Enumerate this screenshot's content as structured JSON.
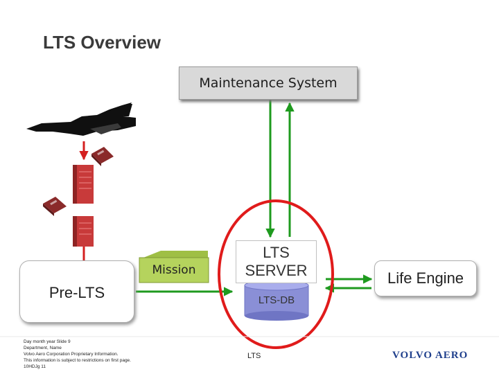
{
  "title": "LTS Overview",
  "nodes": {
    "maintenance_system": "Maintenance System",
    "pre_lts": "Pre-LTS",
    "mission": "Mission",
    "lts_server_line1": "LTS",
    "lts_server_line2": "SERVER",
    "lts_db": "LTS-DB",
    "life_engine": "Life Engine"
  },
  "footer": {
    "lines": [
      "Day month year  Slide 9",
      "Department, Name",
      "Volvo Aero Corporation Proprietary Information.",
      "This information is subject to restrictions on first page.",
      "10HDJg 11"
    ],
    "center": "LTS",
    "logo": "VOLVO AERO"
  },
  "colors": {
    "arrow_green": "#1e9a1e",
    "arrow_red": "#d42020",
    "highlight_circle": "#e01b1b",
    "db_fill": "#8a8fd6",
    "mission_fill": "#b5d35d",
    "logo_blue": "#1f3f8c"
  },
  "icons": [
    "jet-aircraft-icon",
    "data-unit-icon",
    "server-tower-icon"
  ]
}
